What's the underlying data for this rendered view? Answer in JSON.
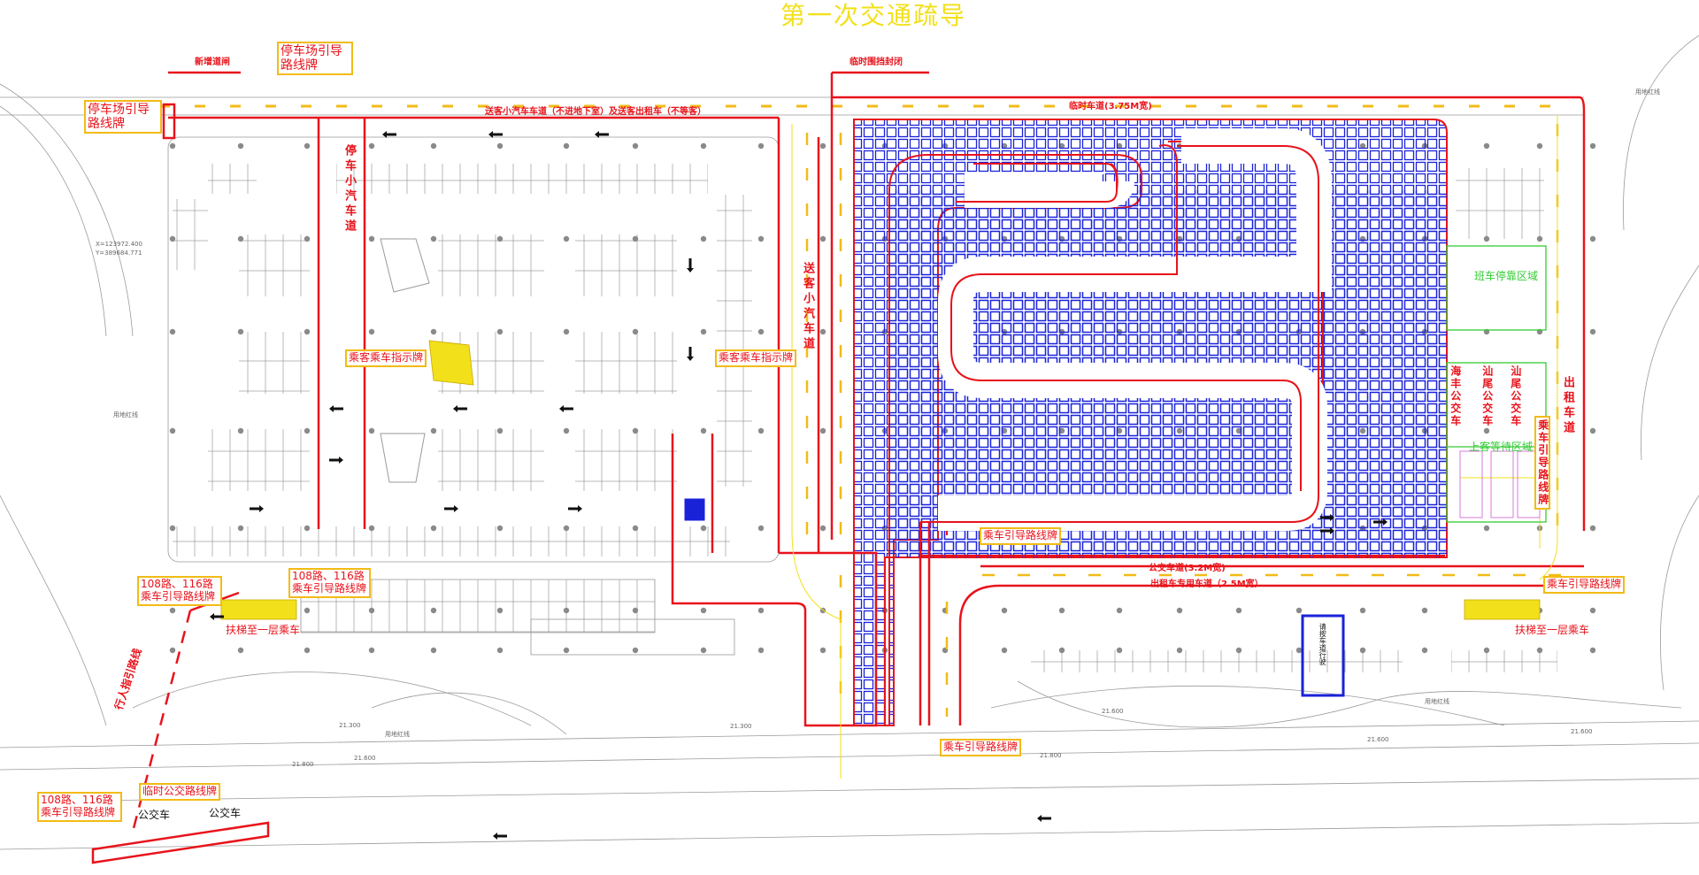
{
  "title": "第一次交通疏导",
  "top_labels": {
    "new_gate": "新增道闸",
    "temp_enclosure": "临时围挡封闭",
    "send_lane_top": "送客小汽车车道（不进地下室）及送客出租车（不等客）",
    "temp_lane": "临时车道(3.75M宽)"
  },
  "signs": {
    "parking_guide_1": "停车场引导路线牌",
    "parking_guide_2": "停车场引导路线牌",
    "passenger_sign_left": "乘客乘车指示牌",
    "passenger_sign_right": "乘客乘车指示牌",
    "ride_guide_mid": "乘车引导路线牌",
    "ride_guide_right": "乘车引导路线牌",
    "ride_guide_bottom": "乘车引导路线牌",
    "bus_108_116_left": "108路、116路乘车引导路线牌",
    "bus_108_116_mid": "108路、116路乘车引导路线牌",
    "bus_108_116_bottom": "108路、116路乘车引导路线牌",
    "temp_bus_sign": "临时公交路线牌"
  },
  "vertical_labels": {
    "parking_car_lane": "停车小汽车道",
    "send_car_lane": "送客小汽车道",
    "haifeng_bus": "海丰公交车",
    "shanwei_bus_1": "汕尾公交车",
    "shanwei_bus_2": "汕尾公交车",
    "taxi_lane": "出租车道",
    "taxi_guide": "乘车引导路线牌",
    "pedestrian_path": "行人指引路线",
    "please_drive": "请按车道行驶"
  },
  "lane_labels": {
    "bus_lane": "公交车道(3.2M宽)",
    "taxi_lane": "出租车专用车道（2.5M宽）"
  },
  "zones": {
    "bus_stop_area": "班车停靠区域",
    "passenger_wait": "上客等待区域"
  },
  "escalator": {
    "left": "扶梯至一层乘车",
    "right": "扶梯至一层乘车"
  },
  "bus_stops": {
    "stop_1": "公交车",
    "stop_2": "公交车"
  },
  "small_text": {
    "red_line_label": "用地红线",
    "elev_a": "21.300",
    "elev_b": "21.600",
    "elev_c": "21.800",
    "coord_x": "X=123972.400",
    "coord_y": "Y=389684.771"
  },
  "colors": {
    "red": "#e8131b",
    "blue": "#1a22d8",
    "yellow": "#f2bb16",
    "title_yellow": "#f2e01a",
    "green": "#33cc33",
    "gray": "#8a8a8a"
  }
}
